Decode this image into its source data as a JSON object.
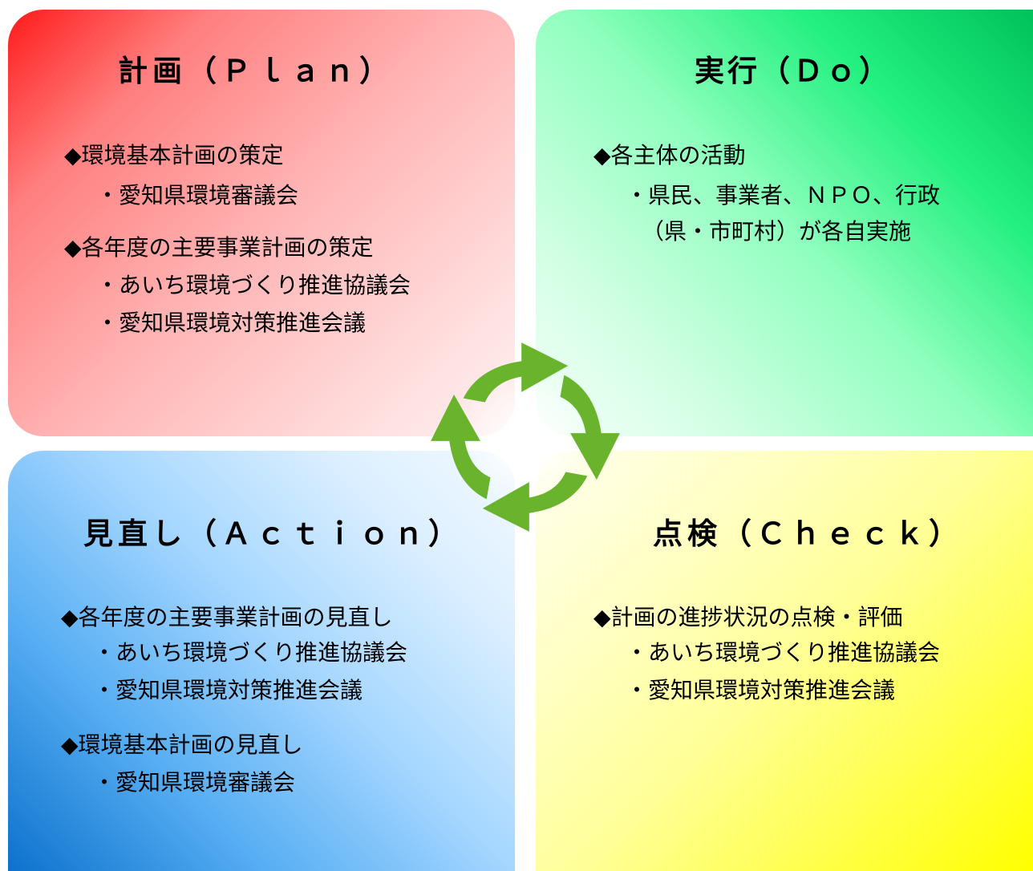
{
  "plan": {
    "heading": "計画（Ｐｌａｎ）",
    "lines": [
      "◆環境基本計画の策定",
      "・愛知県環境審議会",
      "◆各年度の主要事業計画の策定",
      "・あいち環境づくり推進協議会",
      "・愛知県環境対策推進会議"
    ]
  },
  "do": {
    "heading": "実行（Ｄｏ）",
    "lines": [
      "◆各主体の活動",
      "・県民、事業者、ＮＰＯ、行政",
      "（県・市町村）が各自実施"
    ]
  },
  "action": {
    "heading": "見直し（Ａｃｔｉｏｎ）",
    "lines": [
      "◆各年度の主要事業計画の見直し",
      "・あいち環境づくり推進協議会",
      "・愛知県環境対策推進会議",
      "◆環境基本計画の見直し",
      "・愛知県環境審議会"
    ]
  },
  "check": {
    "heading": "点検（Ｃｈｅｃｋ）",
    "lines": [
      "◆計画の進捗状況の点検・評価",
      "・あいち環境づくり推進協議会",
      "・愛知県環境対策推進会議"
    ]
  },
  "colors": {
    "plan": "#ff1a1a",
    "do": "#00c25a",
    "action": "#0d72cc",
    "check": "#ffff00",
    "arrows": "#6ab42d"
  },
  "icons": {
    "cycle": "cycle-arrows-icon"
  }
}
